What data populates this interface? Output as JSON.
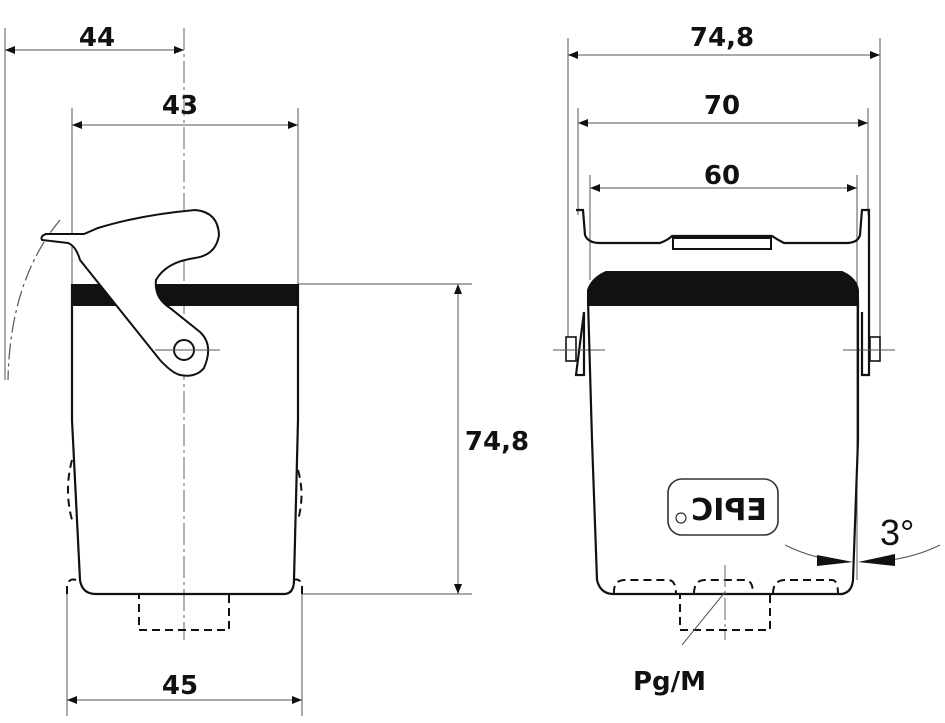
{
  "side_view": {
    "dim_top_width": "44",
    "dim_body_width": "43",
    "dim_height": "74,8",
    "dim_base_width": "45"
  },
  "front_view": {
    "dim_overall_width": "74,8",
    "dim_clip_width": "70",
    "dim_inner_width": "60",
    "draft_angle": "3°",
    "thread_label": "Pg/M",
    "logo_text": "EPIC"
  }
}
